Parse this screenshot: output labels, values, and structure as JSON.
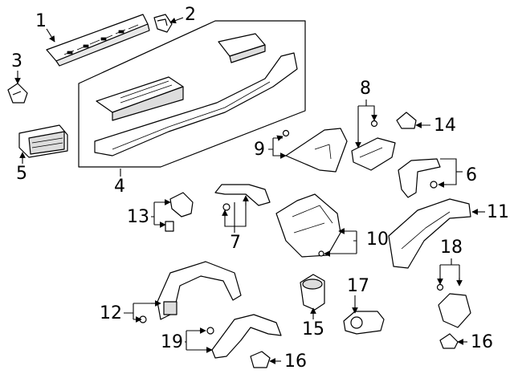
{
  "diagram": {
    "callouts": [
      {
        "id": "c1",
        "label": "1"
      },
      {
        "id": "c2",
        "label": "2"
      },
      {
        "id": "c3",
        "label": "3"
      },
      {
        "id": "c4",
        "label": "4"
      },
      {
        "id": "c5",
        "label": "5"
      },
      {
        "id": "c6",
        "label": "6"
      },
      {
        "id": "c7",
        "label": "7"
      },
      {
        "id": "c8",
        "label": "8"
      },
      {
        "id": "c9",
        "label": "9"
      },
      {
        "id": "c10",
        "label": "10"
      },
      {
        "id": "c11",
        "label": "11"
      },
      {
        "id": "c12",
        "label": "12"
      },
      {
        "id": "c13",
        "label": "13"
      },
      {
        "id": "c14",
        "label": "14"
      },
      {
        "id": "c15",
        "label": "15"
      },
      {
        "id": "c16a",
        "label": "16"
      },
      {
        "id": "c16b",
        "label": "16"
      },
      {
        "id": "c17",
        "label": "17"
      },
      {
        "id": "c18",
        "label": "18"
      },
      {
        "id": "c19",
        "label": "19"
      }
    ]
  }
}
